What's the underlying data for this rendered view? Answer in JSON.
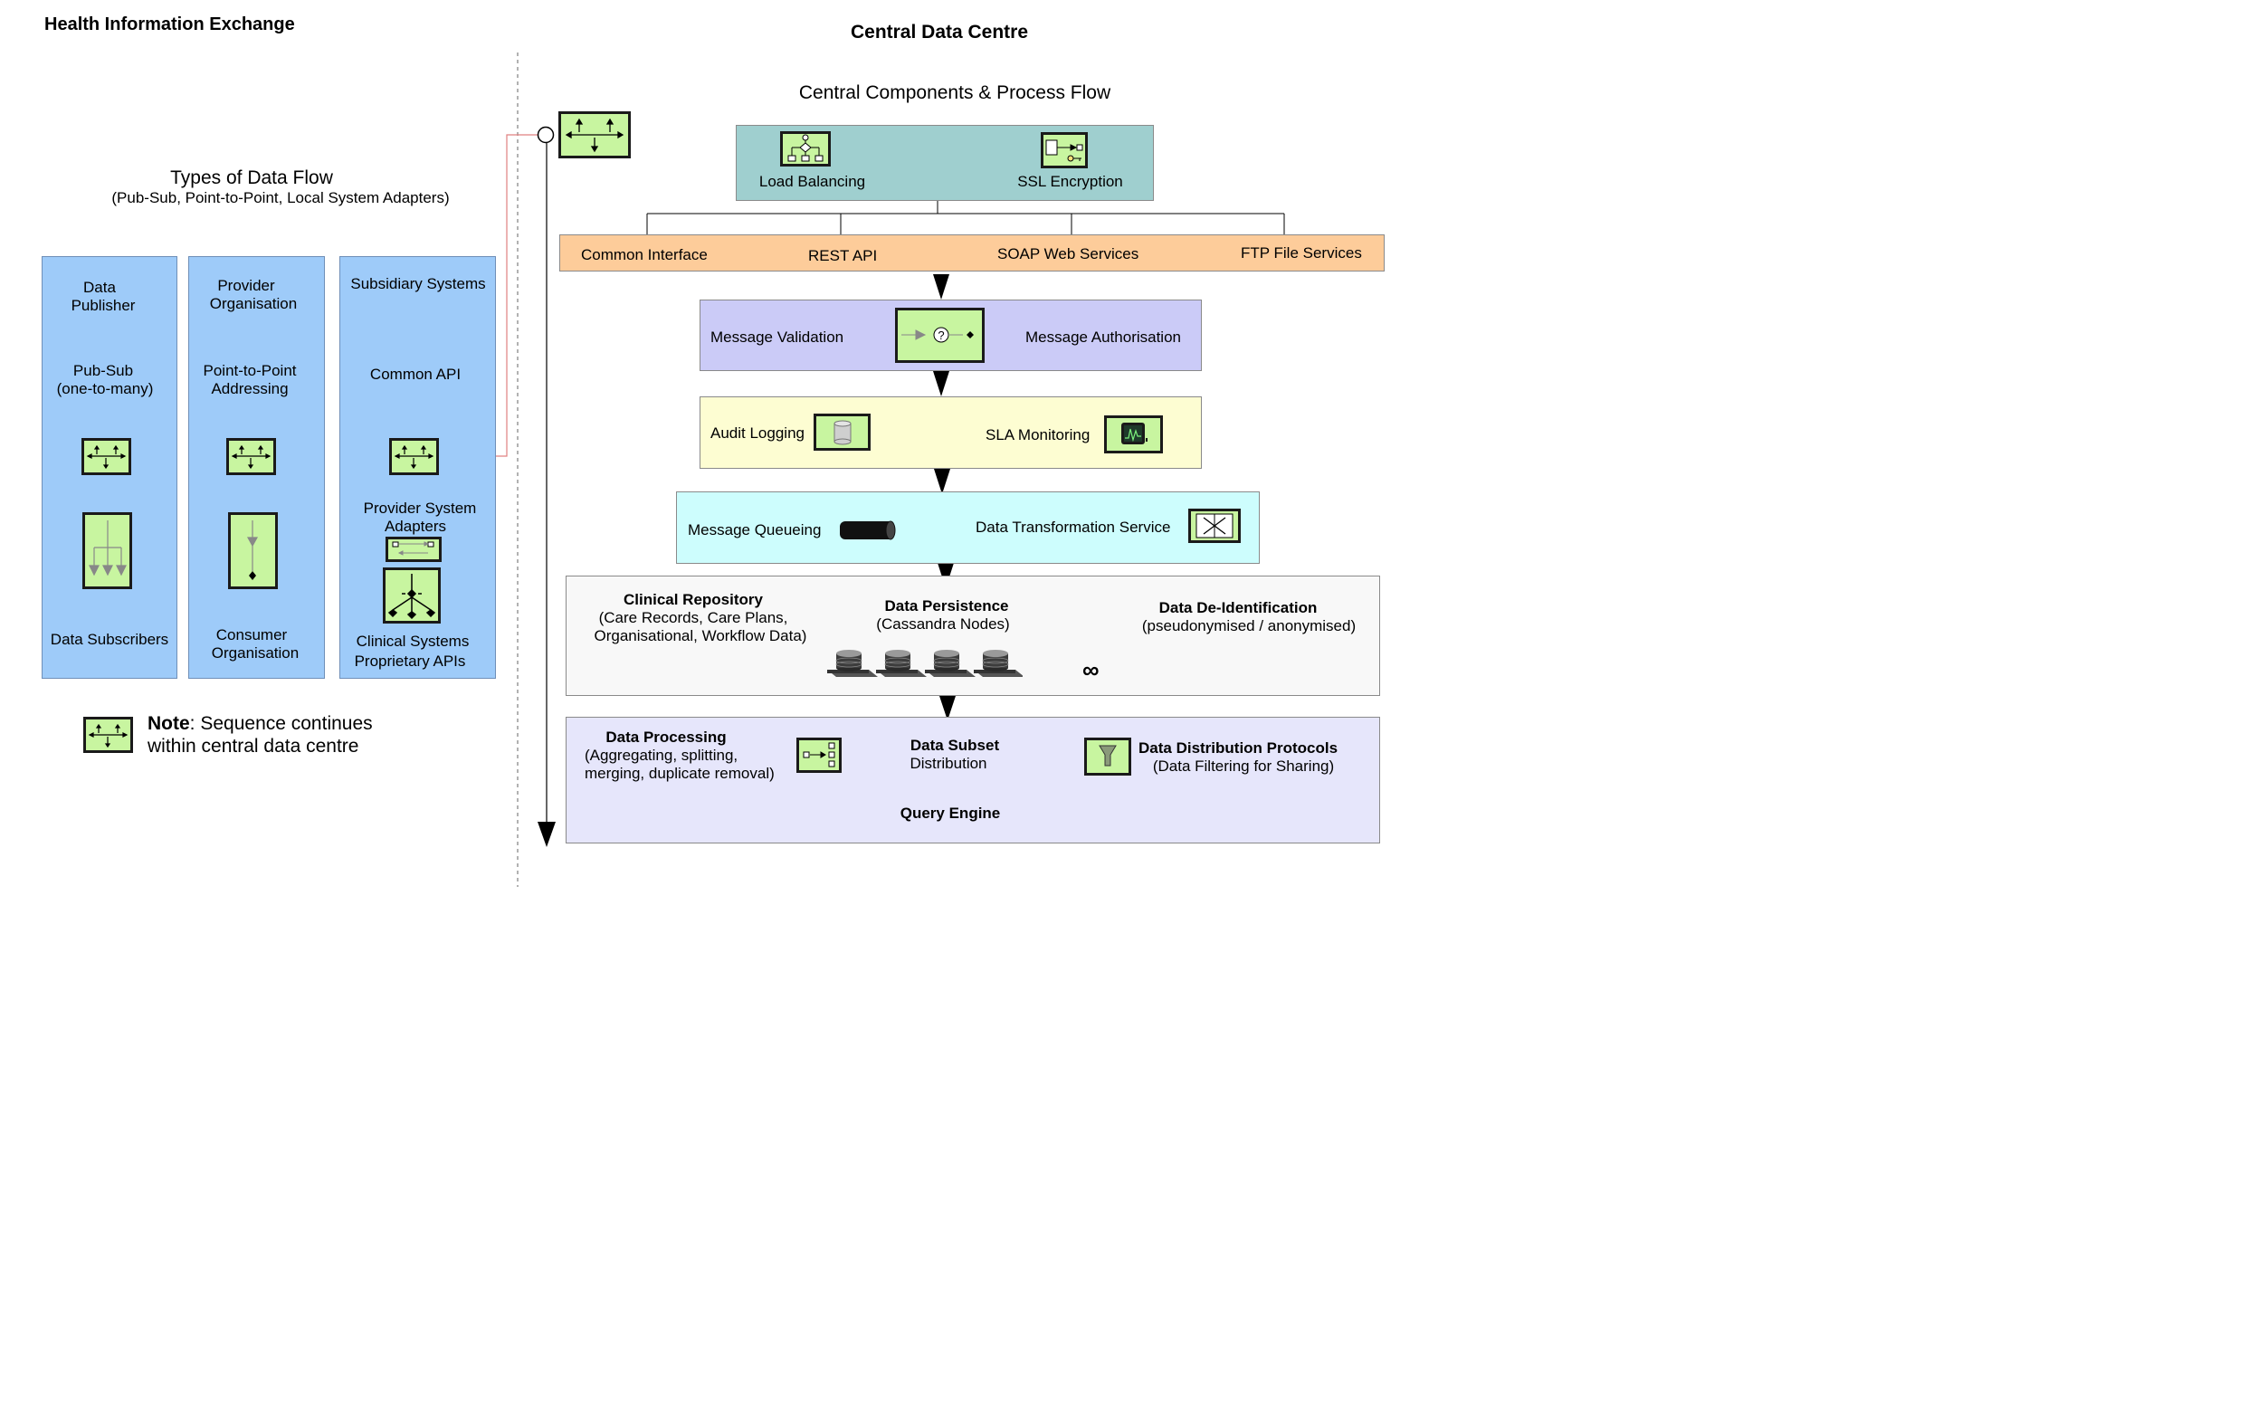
{
  "hie": {
    "title": "Health Information Exchange",
    "flow_title": "Types of Data Flow",
    "flow_subtitle": "(Pub-Sub, Point-to-Point, Local System Adapters)",
    "lane1": {
      "top_l1": "Data",
      "top_l2": "Publisher",
      "mid_l1": "Pub-Sub",
      "mid_l2": "(one-to-many)",
      "bottom": "Data Subscribers"
    },
    "lane2": {
      "top_l1": "Provider",
      "top_l2": "Organisation",
      "mid_l1": "Point-to-Point",
      "mid_l2": "Addressing",
      "bottom_l1": "Consumer",
      "bottom_l2": "Organisation"
    },
    "lane3": {
      "top": "Subsidiary Systems",
      "api": "Common API",
      "adapters_l1": "Provider System",
      "adapters_l2": "Adapters",
      "bottom_l1": "Clinical Systems",
      "bottom_l2": "Proprietary APIs"
    },
    "note_bold": "Note",
    "note_rest": ": Sequence continues",
    "note_line2": "within central data centre"
  },
  "cdc": {
    "title": "Central Data Centre",
    "subtitle": "Central Components & Process Flow",
    "load_balancing": "Load Balancing",
    "ssl_encryption": "SSL Encryption",
    "interfaces": [
      "Common Interface",
      "REST API",
      "SOAP Web Services",
      "FTP File Services"
    ],
    "message_validation": "Message Validation",
    "message_authorisation": "Message Authorisation",
    "audit_logging": "Audit Logging",
    "sla_monitoring": "SLA Monitoring",
    "message_queueing": "Message Queueing",
    "data_transformation": "Data Transformation Service",
    "repo_title": "Clinical Repository",
    "repo_l1": "(Care Records, Care Plans,",
    "repo_l2": "Organisational, Workflow Data)",
    "persist_title": "Data Persistence",
    "persist_sub": "(Cassandra Nodes)",
    "infinity": "∞",
    "deid_title": "Data De-Identification",
    "deid_sub": "(pseudonymised / anonymised)",
    "proc_title": "Data Processing",
    "proc_l1": "(Aggregating, splitting,",
    "proc_l2": "merging, duplicate removal)",
    "subset_title": "Data Subset",
    "subset_sub": "Distribution",
    "dist_title": "Data Distribution Protocols",
    "dist_sub": "(Data Filtering for Sharing)",
    "query_engine": "Query Engine"
  },
  "colors": {
    "lane_blue": "#9ecbf9",
    "icon_green": "#c8f5a0",
    "teal": "#9fcfcf",
    "orange": "#fdcc9a",
    "lavender": "#cbcbf7",
    "light_yellow": "#fdfdd2",
    "light_cyan": "#cdfdfd",
    "light_gray": "#f8f8f8",
    "pale_lavender": "#e6e6fb",
    "connector_red": "#e08080"
  },
  "icons": [
    "router-icon",
    "org-chart-icon",
    "key-icon",
    "validation-icon",
    "database-icon",
    "monitor-icon",
    "queue-pipe-icon",
    "transform-icon",
    "server-stack-icon",
    "splitter-icon",
    "filter-icon"
  ]
}
